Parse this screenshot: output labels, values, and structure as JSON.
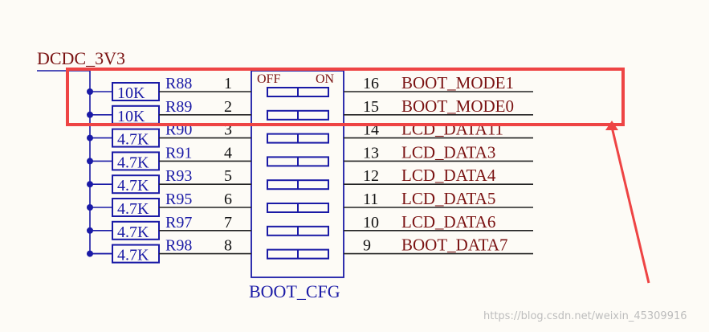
{
  "power_net": "DCDC_3V3",
  "component": "BOOT_CFG",
  "switch_labels": {
    "off": "OFF",
    "on": "ON"
  },
  "rows": [
    {
      "resistor_value": "10K",
      "resistor_ref": "R88",
      "left_pin": "1",
      "right_pin": "16",
      "net": "BOOT_MODE1"
    },
    {
      "resistor_value": "10K",
      "resistor_ref": "R89",
      "left_pin": "2",
      "right_pin": "15",
      "net": "BOOT_MODE0"
    },
    {
      "resistor_value": "4.7K",
      "resistor_ref": "R90",
      "left_pin": "3",
      "right_pin": "14",
      "net": "LCD_DATA11"
    },
    {
      "resistor_value": "4.7K",
      "resistor_ref": "R91",
      "left_pin": "4",
      "right_pin": "13",
      "net": "LCD_DATA3"
    },
    {
      "resistor_value": "4.7K",
      "resistor_ref": "R93",
      "left_pin": "5",
      "right_pin": "12",
      "net": "LCD_DATA4"
    },
    {
      "resistor_value": "4.7K",
      "resistor_ref": "R95",
      "left_pin": "6",
      "right_pin": "11",
      "net": "LCD_DATA5"
    },
    {
      "resistor_value": "4.7K",
      "resistor_ref": "R97",
      "left_pin": "7",
      "right_pin": "10",
      "net": "LCD_DATA6"
    },
    {
      "resistor_value": "4.7K",
      "resistor_ref": "R98",
      "left_pin": "8",
      "right_pin": "9",
      "net": "BOOT_DATA7"
    }
  ],
  "watermark": "https://blog.csdn.net/weixin_45309916",
  "colors": {
    "wire": "#1a1aa6",
    "net_label": "#7a1212",
    "highlight": "#ee4444"
  }
}
